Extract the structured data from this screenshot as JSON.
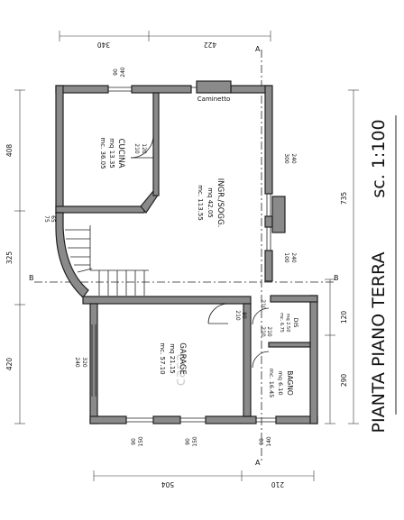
{
  "title": "PIANTA PIANO TERRA",
  "scale": "sc. 1:100",
  "watermark": "casa",
  "rooms": {
    "cucina": {
      "name": "CUCINA",
      "area": "mq 13.35",
      "volume": "mc. 36.05"
    },
    "ingresso": {
      "name": "INGR./SOGG.",
      "area": "mq 42.05",
      "volume": "mc. 113.55"
    },
    "garage": {
      "name": "GARAGE",
      "area": "mq 21.15",
      "volume": "mc. 57.10"
    },
    "bagno": {
      "name": "BAGNO",
      "area": "mq 6.10",
      "volume": "mc. 16.45"
    },
    "dis": {
      "name": "DIS",
      "area": "mq 2.50",
      "volume": "mc. 6.75"
    }
  },
  "caminetto": "Caminetto",
  "section_marks": {
    "a_top": "A",
    "a_bottom": "A",
    "b_left": "B",
    "b_right": "B"
  },
  "dimensions": {
    "top_left": "340",
    "top_right": "422",
    "bottom_left": "504",
    "bottom_right": "210",
    "left_upper": "408",
    "left_middle": "325",
    "left_lower": "420",
    "right_total": "735",
    "right_middle": "120",
    "right_lower": "290"
  },
  "openings": {
    "top_window_w": "90",
    "top_window_h": "240",
    "cucina_door_w": "210",
    "cucina_door_h": "120",
    "right_window1_w": "300",
    "right_window1_h": "240",
    "right_window2_w": "100",
    "right_window2_h": "240",
    "stair_w1": "75",
    "stair_w2": "65",
    "garage_door_w": "210",
    "garage_door_h": "80",
    "garage_window_w": "320",
    "garage_window_h": "240",
    "dis_door1": "210",
    "dis_door2": "210",
    "dis_door3": "210",
    "bottom_w1": "90",
    "bottom_w1h": "150",
    "bottom_w2": "90",
    "bottom_w2h": "150",
    "bottom_w3": "90",
    "bottom_w3h": "140"
  }
}
